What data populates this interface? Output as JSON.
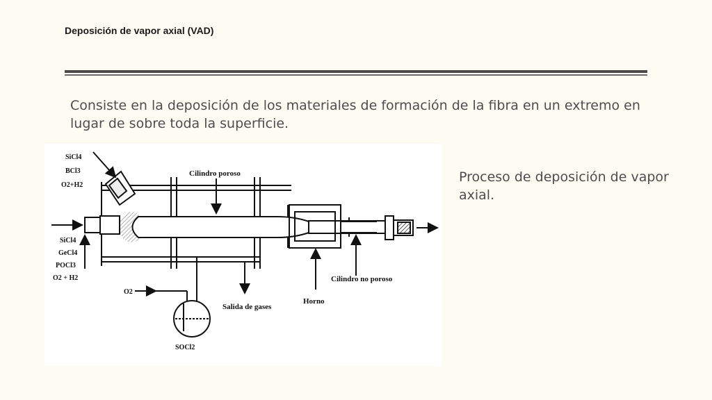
{
  "slide": {
    "title": "Deposición de vapor axial (VAD)",
    "intro": "Consiste en la deposición de los materiales de formación de la fibra en un extremo en lugar de sobre toda la superficie.",
    "caption": "Proceso de deposición de vapor axial."
  },
  "figure": {
    "label_cilindro_poroso": "Cilindro poroso",
    "label_cilindro_no_poroso": "Cilindro no poroso",
    "label_horno": "Horno",
    "label_salida_gases": "Salida de gases",
    "upper_feed": [
      "SiCl4",
      "BCl3",
      "O2+H2"
    ],
    "lower_feed": [
      "SiCl4",
      "GeCl4",
      "POCl3",
      "O2 + H2"
    ],
    "o2_label": "O2",
    "socl2_label": "SOCl2"
  }
}
